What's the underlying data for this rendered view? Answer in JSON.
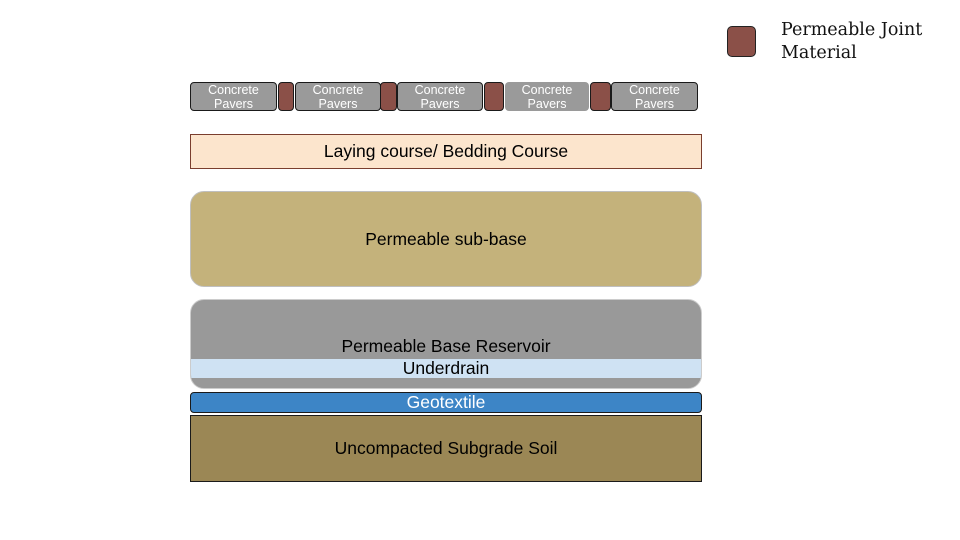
{
  "legend": {
    "label": "Permeable Joint Material",
    "swatch_color": "#8b5048"
  },
  "pavers": {
    "label": "Concrete Pavers",
    "items": [
      "Concrete Pavers",
      "Concrete Pavers",
      "Concrete Pavers",
      "Concrete Pavers",
      "Concrete Pavers"
    ],
    "fill_color": "#9a9a9a"
  },
  "layers": {
    "bedding": "Laying course/ Bedding Course",
    "subbase": "Permeable sub-base",
    "reservoir": "Permeable Base Reservoir",
    "underdrain": "Underdrain",
    "geotextile": "Geotextile",
    "subgrade": "Uncompacted Subgrade Soil"
  },
  "colors": {
    "bedding": "#fce5cd",
    "subbase": "#c4b27b",
    "reservoir": "#999999",
    "underdrain": "#cfe2f3",
    "geotextile": "#3d85c6",
    "subgrade": "#9b8755"
  }
}
